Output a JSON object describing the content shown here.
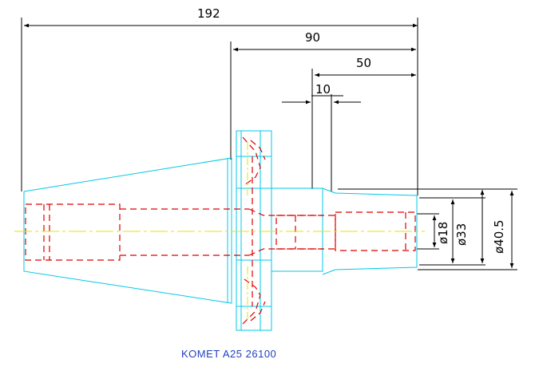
{
  "drawing": {
    "dimensions": {
      "overall_length": "192",
      "flange_to_end": "90",
      "nose_length": "50",
      "step_length": "10",
      "bore_diameter": "ø18",
      "nose_inner_diameter": "ø33",
      "nose_outer_diameter": "ø40.5"
    },
    "caption": "KOMET A25 26100"
  },
  "colors": {
    "outline": "#00c8e6",
    "hidden": "#e00000",
    "centerline": "#e6e600",
    "dimension": "#000000",
    "caption": "#1f3fbf"
  }
}
